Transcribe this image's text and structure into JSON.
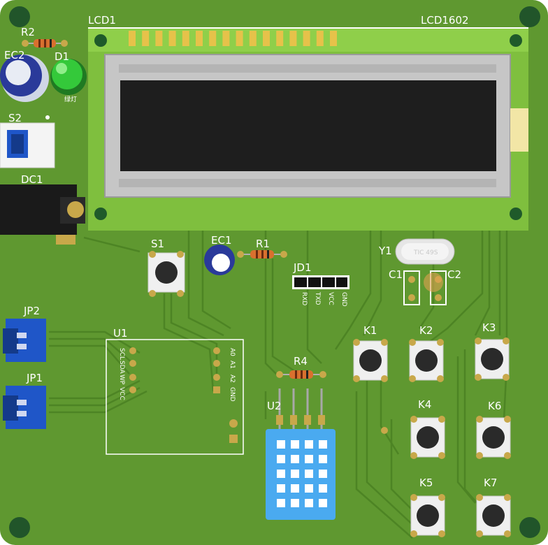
{
  "board": {
    "colors": {
      "pcb": "#5f9830",
      "trace": "#4d8424",
      "silk": "#ffffff",
      "pad": "#c8a84a",
      "lcd_board": "#7fbf3e",
      "lcd_frame": "#c6c6c6",
      "lcd_glass": "#1e1e1e",
      "connector": "#1f56c8",
      "dht_blue": "#4aaaf0",
      "led_green": "#34c93a",
      "resistor": "#d9702e"
    }
  },
  "labels": {
    "lcd1": "LCD1",
    "lcd1602": "LCD1602",
    "r2": "R2",
    "ec2": "EC2",
    "d1": "D1",
    "led_mark": "绿灯",
    "s2": "S2",
    "dc1": "DC1",
    "s1": "S1",
    "ec1": "EC1",
    "r1": "R1",
    "jd1": "JD1",
    "jd1_pins": [
      "RXD",
      "TXD",
      "VCC",
      "GND"
    ],
    "y1": "Y1",
    "crystal_mark": "TIC 49S",
    "c1": "C1",
    "c2": "C2",
    "jp2": "JP2",
    "jp1": "JP1",
    "u1": "U1",
    "u1_left_pins": [
      "SCL",
      "SDA",
      "WP",
      "VCC"
    ],
    "u1_right_pins": [
      "A0",
      "A1",
      "A2",
      "GND"
    ],
    "r4": "R4",
    "u2": "U2",
    "k1": "K1",
    "k2": "K2",
    "k3": "K3",
    "k4": "K4",
    "k5": "K5",
    "k6": "K6",
    "k7": "K7"
  }
}
